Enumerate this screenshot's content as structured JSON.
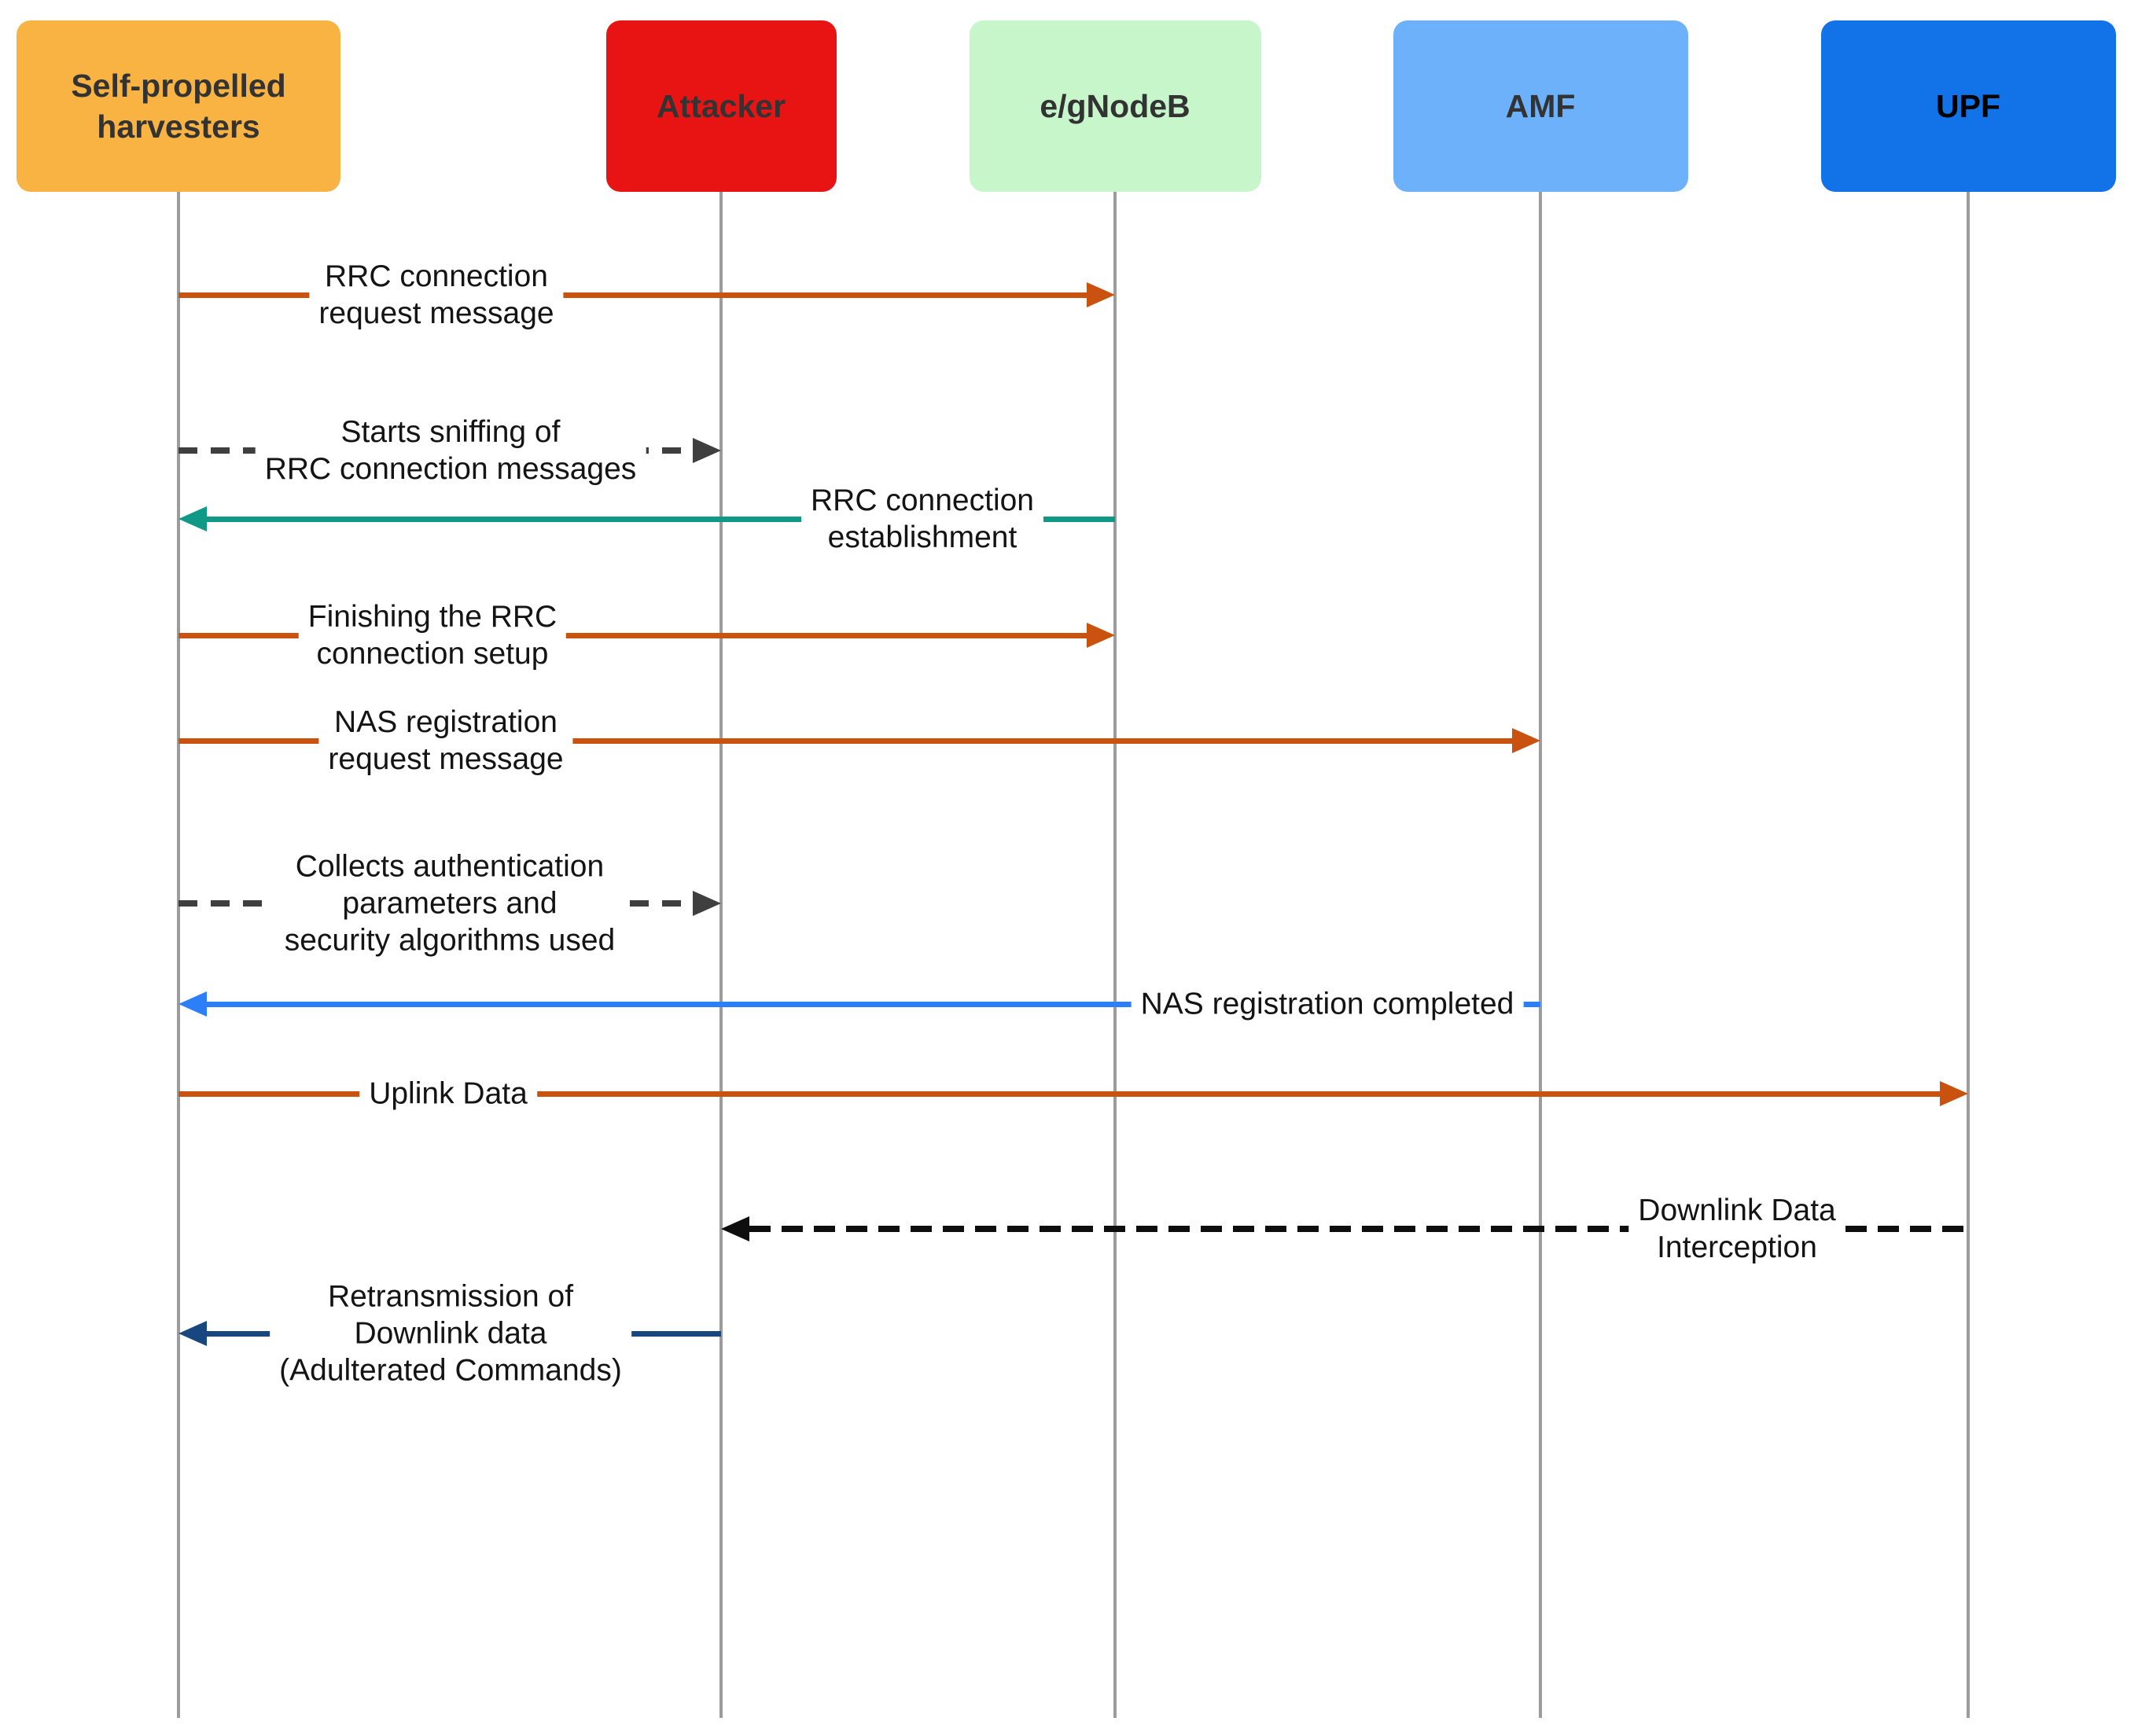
{
  "diagram": {
    "type": "sequence-diagram",
    "background_color": "#FFFFFF",
    "lifeline_color": "#9C9C9C",
    "actors": [
      {
        "id": "harvesters",
        "label": "Self-propelled harvesters",
        "fill": "#F9B343",
        "text_color": "#333333"
      },
      {
        "id": "attacker",
        "label": "Attacker",
        "fill": "#E81414",
        "text_color": "#333333"
      },
      {
        "id": "egnodeb",
        "label": "e/gNodeB",
        "fill": "#C6F6CA",
        "text_color": "#333333"
      },
      {
        "id": "amf",
        "label": "AMF",
        "fill": "#6DB1FB",
        "text_color": "#333333"
      },
      {
        "id": "upf",
        "label": "UPF",
        "fill": "#1273E8",
        "text_color": "#000000"
      }
    ],
    "messages": [
      {
        "id": "rrc-connection-request",
        "label": "RRC connection\nrequest message",
        "from": "harvesters",
        "to": "egnodeb",
        "style": "solid",
        "color": "#C9520E"
      },
      {
        "id": "starts-sniffing",
        "label": "Starts sniffing of\nRRC connection messages",
        "from": "harvesters",
        "to": "attacker",
        "style": "dashed",
        "color": "#3F3F3F"
      },
      {
        "id": "rrc-connection-establishment",
        "label": "RRC connection\nestablishment",
        "from": "egnodeb",
        "to": "harvesters",
        "style": "solid",
        "color": "#0F9986"
      },
      {
        "id": "finishing-rrc-setup",
        "label": "Finishing the RRC\nconnection setup",
        "from": "harvesters",
        "to": "egnodeb",
        "style": "solid",
        "color": "#C9520E"
      },
      {
        "id": "nas-registration-request",
        "label": "NAS registration\nrequest message",
        "from": "harvesters",
        "to": "amf",
        "style": "solid",
        "color": "#C9520E"
      },
      {
        "id": "collects-auth-parameters",
        "label": "Collects authentication\nparameters and\nsecurity algorithms used",
        "from": "harvesters",
        "to": "attacker",
        "style": "dashed",
        "color": "#3F3F3F"
      },
      {
        "id": "nas-registration-completed",
        "label": "NAS registration completed",
        "from": "amf",
        "to": "harvesters",
        "style": "solid",
        "color": "#2D7FF9"
      },
      {
        "id": "uplink-data",
        "label": "Uplink Data",
        "from": "harvesters",
        "to": "upf",
        "style": "solid",
        "color": "#C9520E"
      },
      {
        "id": "downlink-data-interception",
        "label": "Downlink Data\nInterception",
        "from": "upf",
        "to": "attacker",
        "style": "dashed",
        "color": "#0E0E0E"
      },
      {
        "id": "retransmission-downlink",
        "label": "Retransmission of\nDownlink data\n(Adulterated Commands)",
        "from": "attacker",
        "to": "harvesters",
        "style": "solid",
        "color": "#17477E"
      }
    ]
  }
}
